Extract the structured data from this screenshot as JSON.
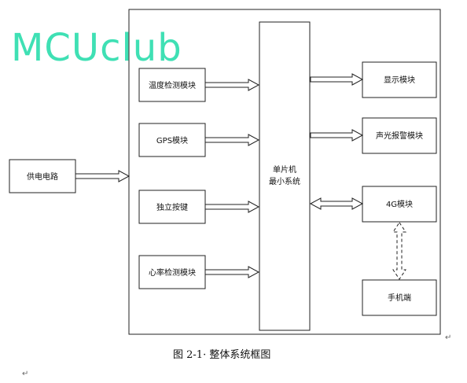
{
  "watermark": "MCUclub",
  "center": {
    "line1": "单片机",
    "line2": "最小系统"
  },
  "inputs": {
    "power": "供电电路",
    "temperature": "温度检测模块",
    "gps": "GPS模块",
    "key": "独立按键",
    "heart": "心率检测模块"
  },
  "outputs": {
    "display": "显示模块",
    "alarm": "声光报警模块",
    "module4g": "4G模块",
    "phone": "手机端"
  },
  "caption": "图 2-1· 整体系统框图",
  "marks": {
    "paragraph": "↵"
  }
}
